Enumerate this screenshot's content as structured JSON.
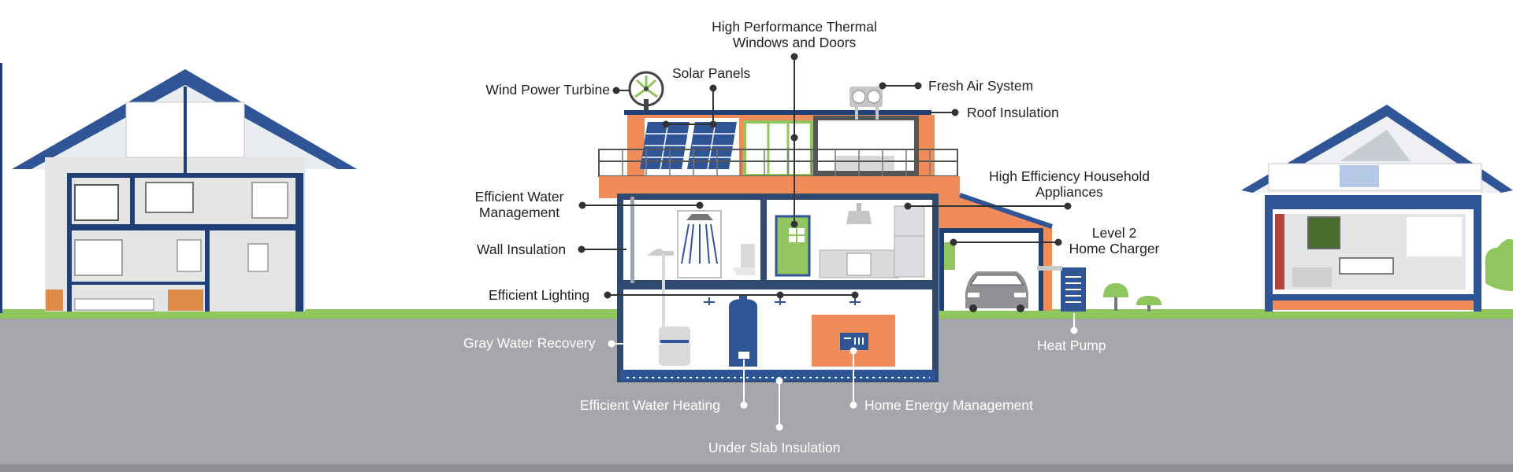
{
  "colors": {
    "roof_blue": "#2f5597",
    "frame_navy": "#1f3f77",
    "accent_orange": "#f08c5a",
    "door_green": "#92c560",
    "grass_green": "#8fc65e",
    "ground_gray": "#a6a7aa",
    "leader_dark": "#333333",
    "leader_light": "#ffffff"
  },
  "labels": {
    "thermal_windows": {
      "line1": "High Performance Thermal",
      "line2": "Windows and Doors"
    },
    "solar_panels": "Solar Panels",
    "wind_turbine": "Wind Power Turbine",
    "fresh_air": "Fresh Air System",
    "roof_insulation": "Roof Insulation",
    "water_management": {
      "line1": "Efficient Water",
      "line2": "Management"
    },
    "appliances": {
      "line1": "High Efficiency Household",
      "line2": "Appliances"
    },
    "wall_insulation": "Wall Insulation",
    "home_charger": {
      "line1": "Level 2",
      "line2": "Home Charger"
    },
    "efficient_lighting": "Efficient Lighting",
    "gray_water": "Gray Water Recovery",
    "heat_pump": "Heat Pump",
    "water_heating": "Efficient Water Heating",
    "energy_management": "Home Energy Management",
    "under_slab": "Under Slab Insulation"
  },
  "icons": [
    "wind-turbine-icon",
    "solar-panel-icon",
    "fresh-air-unit-icon",
    "shower-icon",
    "toilet-icon",
    "range-hood-icon",
    "car-icon",
    "heat-pump-icon",
    "water-heater-icon",
    "energy-display-icon",
    "tree-icon"
  ]
}
